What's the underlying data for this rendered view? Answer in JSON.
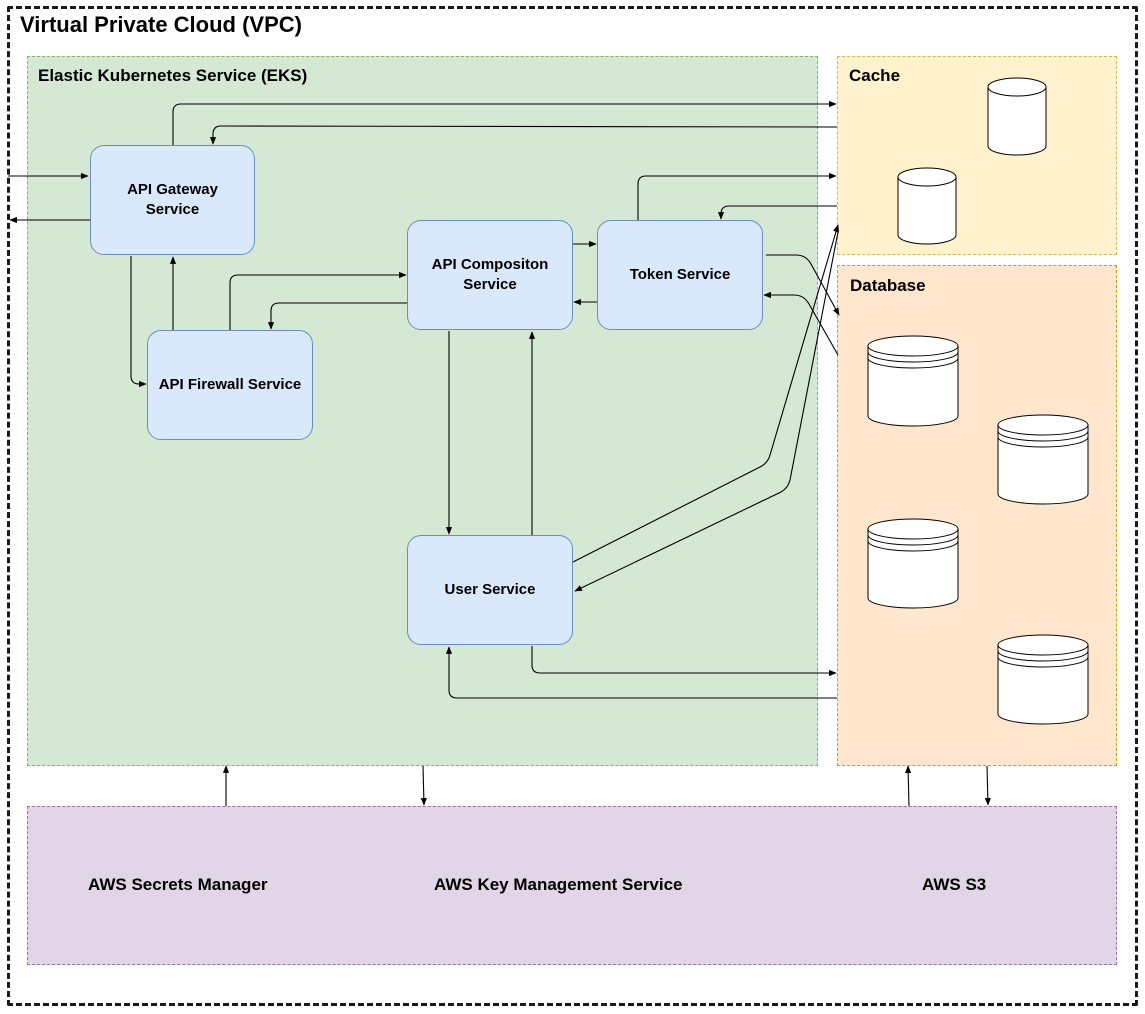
{
  "vpc": {
    "title": "Virtual Private Cloud (VPC)"
  },
  "eks": {
    "title": "Elastic Kubernetes Service (EKS)",
    "services": {
      "api_gateway": "API Gateway Service",
      "api_firewall": "API Firewall Service",
      "api_composition": "API Compositon Service",
      "token": "Token Service",
      "user": "User Service"
    }
  },
  "cache": {
    "title": "Cache"
  },
  "database": {
    "title": "Database"
  },
  "aws": {
    "secrets_manager": "AWS Secrets Manager",
    "kms": "AWS Key Management Service",
    "s3": "AWS S3"
  },
  "colors": {
    "eks_fill": "#d5e8d4",
    "service_fill": "#dae8fc",
    "service_border": "#6c8ebf",
    "cache_fill": "#fff2cc",
    "database_fill": "#ffe6cc",
    "aws_fill": "#e1d5e7"
  }
}
